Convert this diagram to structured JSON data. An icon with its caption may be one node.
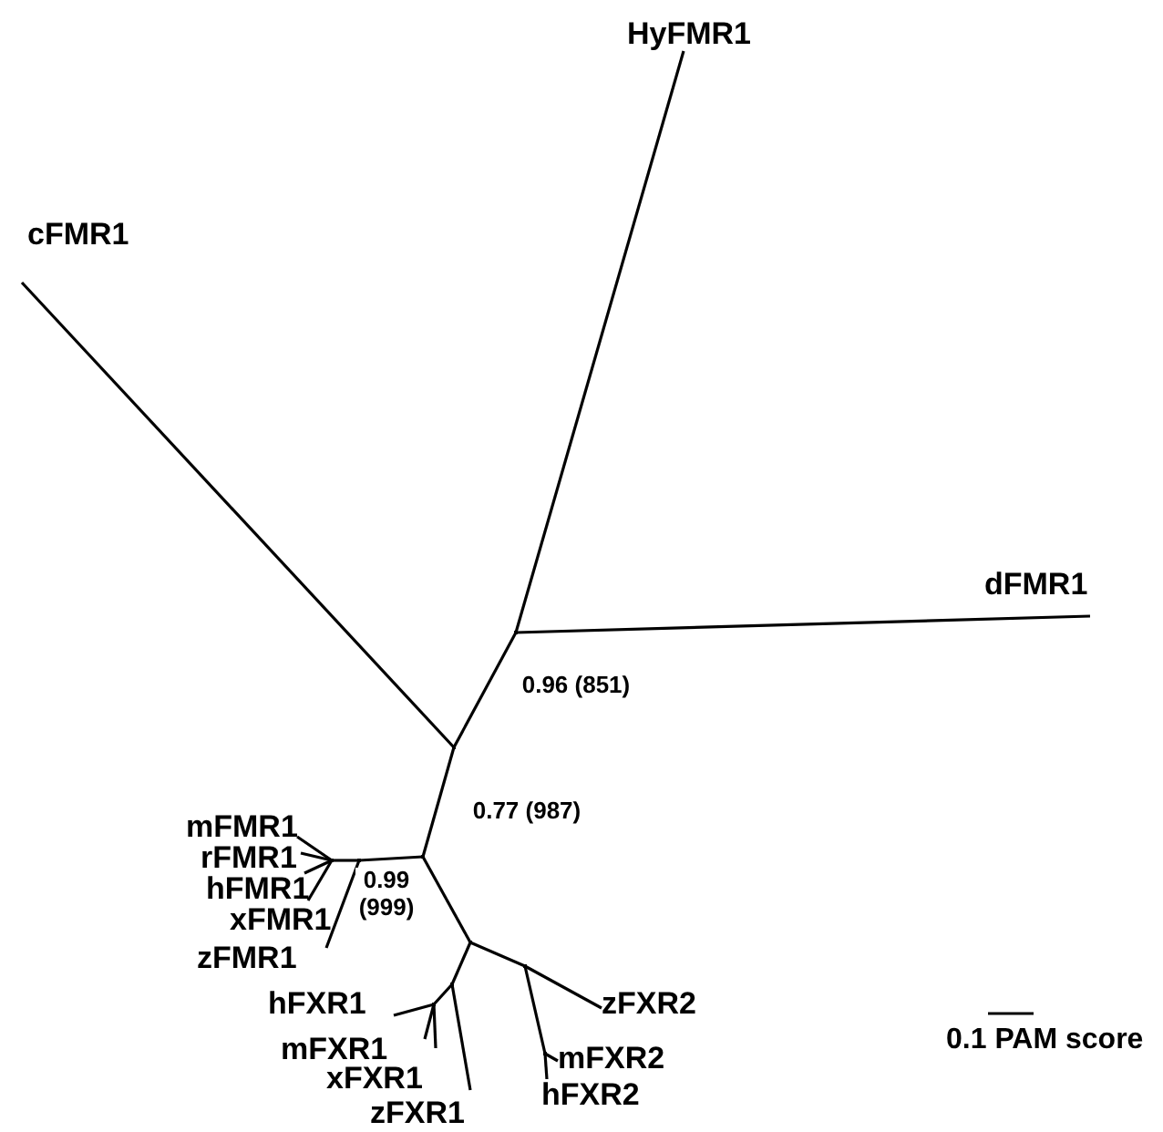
{
  "diagram": {
    "nodes": [
      {
        "text": [
          "HyFMR1"
        ]
      },
      {
        "text": [
          "cFMR1"
        ]
      },
      {
        "text": [
          "dFMR1"
        ]
      },
      {
        "text": [
          "mFMR1"
        ]
      },
      {
        "text": [
          "rFMR1"
        ]
      },
      {
        "text": [
          "hFMR1"
        ]
      },
      {
        "text": [
          "xFMR1"
        ]
      },
      {
        "text": [
          "zFMR1"
        ]
      },
      {
        "text": [
          "hFXR1"
        ]
      },
      {
        "text": [
          "zFXR2"
        ]
      },
      {
        "text": [
          "mFXR1"
        ]
      },
      {
        "text": [
          "mFXR2"
        ]
      },
      {
        "text": [
          "xFXR1"
        ]
      },
      {
        "text": [
          "hFXR2"
        ]
      },
      {
        "text": [
          "zFXR1"
        ]
      },
      {
        "text": [],
        "shape": "point"
      },
      {
        "text": [],
        "shape": "point"
      },
      {
        "text": [],
        "shape": "point"
      },
      {
        "text": [],
        "shape": "point"
      },
      {
        "text": [],
        "shape": "point"
      },
      {
        "text": [],
        "shape": "point"
      },
      {
        "text": [],
        "shape": "point"
      },
      {
        "text": [],
        "shape": "point"
      },
      {
        "text": [],
        "shape": "point"
      },
      {
        "text": [],
        "shape": "point"
      }
    ],
    "edges": [
      {
        "from": 15,
        "to": 0,
        "arrow": "none"
      },
      {
        "from": 15,
        "to": 2,
        "arrow": "none"
      },
      {
        "from": 16,
        "to": 1,
        "arrow": "none"
      },
      {
        "from": 16,
        "to": 15,
        "arrow": "none",
        "label": "0.96 (851)"
      },
      {
        "from": 16,
        "to": 17,
        "arrow": "none",
        "label": "0.77 (987)"
      },
      {
        "from": 17,
        "to": 18,
        "arrow": "none",
        "label": "0.99 (999)"
      },
      {
        "from": 18,
        "to": 7,
        "arrow": "none"
      },
      {
        "from": 18,
        "to": 19,
        "arrow": "none"
      },
      {
        "from": 19,
        "to": 3,
        "arrow": "none"
      },
      {
        "from": 19,
        "to": 4,
        "arrow": "none"
      },
      {
        "from": 19,
        "to": 5,
        "arrow": "none"
      },
      {
        "from": 19,
        "to": 6,
        "arrow": "none"
      },
      {
        "from": 17,
        "to": 20,
        "arrow": "none"
      },
      {
        "from": 20,
        "to": 21,
        "arrow": "none"
      },
      {
        "from": 21,
        "to": 14,
        "arrow": "none"
      },
      {
        "from": 21,
        "to": 22,
        "arrow": "none"
      },
      {
        "from": 22,
        "to": 8,
        "arrow": "none"
      },
      {
        "from": 22,
        "to": 10,
        "arrow": "none"
      },
      {
        "from": 22,
        "to": 12,
        "arrow": "none"
      },
      {
        "from": 20,
        "to": 23,
        "arrow": "none"
      },
      {
        "from": 23,
        "to": 9,
        "arrow": "none"
      },
      {
        "from": 23,
        "to": 24,
        "arrow": "none"
      },
      {
        "from": 24,
        "to": 11,
        "arrow": "none"
      },
      {
        "from": 24,
        "to": 13,
        "arrow": "none"
      }
    ],
    "labels": [
      "0.1 PAM score"
    ]
  }
}
